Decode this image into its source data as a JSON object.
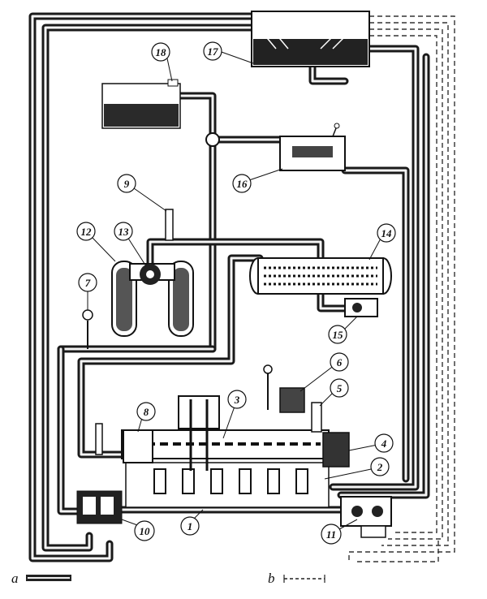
{
  "callouts": [
    {
      "id": "c1",
      "label": "1"
    },
    {
      "id": "c2",
      "label": "2"
    },
    {
      "id": "c3",
      "label": "3"
    },
    {
      "id": "c4",
      "label": "4"
    },
    {
      "id": "c5",
      "label": "5"
    },
    {
      "id": "c6",
      "label": "6"
    },
    {
      "id": "c7",
      "label": "7"
    },
    {
      "id": "c8",
      "label": "8"
    },
    {
      "id": "c9",
      "label": "9"
    },
    {
      "id": "c10",
      "label": "10"
    },
    {
      "id": "c11",
      "label": "11"
    },
    {
      "id": "c12",
      "label": "12"
    },
    {
      "id": "c13",
      "label": "13"
    },
    {
      "id": "c14",
      "label": "14"
    },
    {
      "id": "c15",
      "label": "15"
    },
    {
      "id": "c16",
      "label": "16"
    },
    {
      "id": "c17",
      "label": "17"
    },
    {
      "id": "c18",
      "label": "18"
    }
  ],
  "legend": {
    "a_label": "a",
    "b_label": "b"
  }
}
